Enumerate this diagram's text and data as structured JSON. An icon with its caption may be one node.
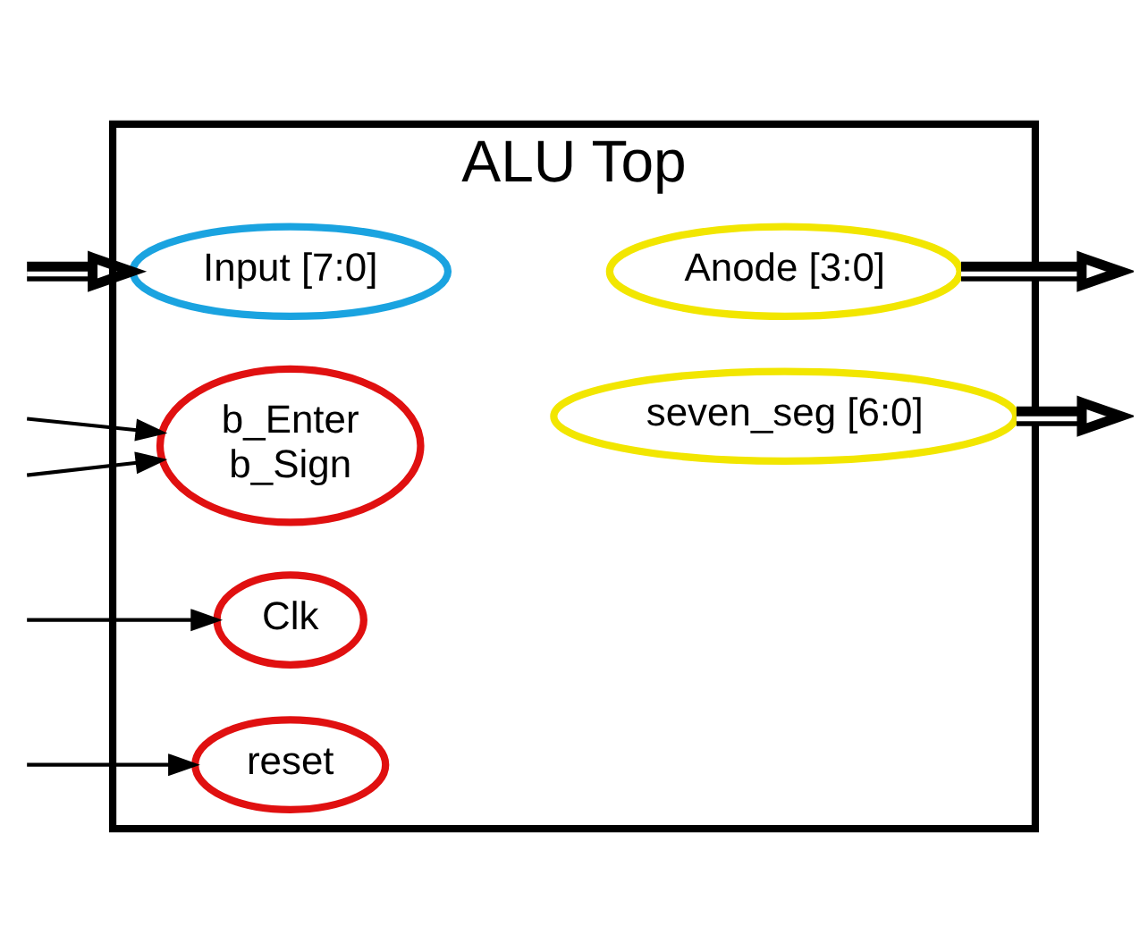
{
  "diagram": {
    "nodes": [
      {
        "text": [
          "ALU Top"
        ]
      },
      {
        "text": [
          "Input [7:0]"
        ],
        "in": 0
      },
      {
        "text": [
          "Anode [3:0]"
        ],
        "in": 0
      },
      {
        "text": [
          "b_Enter",
          "b_Sign"
        ],
        "in": 0
      },
      {
        "text": [
          "seven_seg [6:0]"
        ],
        "in": 0
      },
      {
        "text": [
          "Clk"
        ],
        "in": 0
      },
      {
        "text": [
          "reset"
        ],
        "in": 0
      }
    ],
    "edges": [
      {
        "from": null,
        "to": 1,
        "arrow": "to",
        "style": "thick"
      },
      {
        "from": 2,
        "to": null,
        "arrow": "to",
        "style": "thick"
      },
      {
        "from": null,
        "to": 3,
        "arrow": "to"
      },
      {
        "from": null,
        "to": 3,
        "arrow": "to"
      },
      {
        "from": 4,
        "to": null,
        "arrow": "to",
        "style": "thick"
      },
      {
        "from": null,
        "to": 5,
        "arrow": "to"
      },
      {
        "from": null,
        "to": 6,
        "arrow": "to"
      }
    ]
  }
}
